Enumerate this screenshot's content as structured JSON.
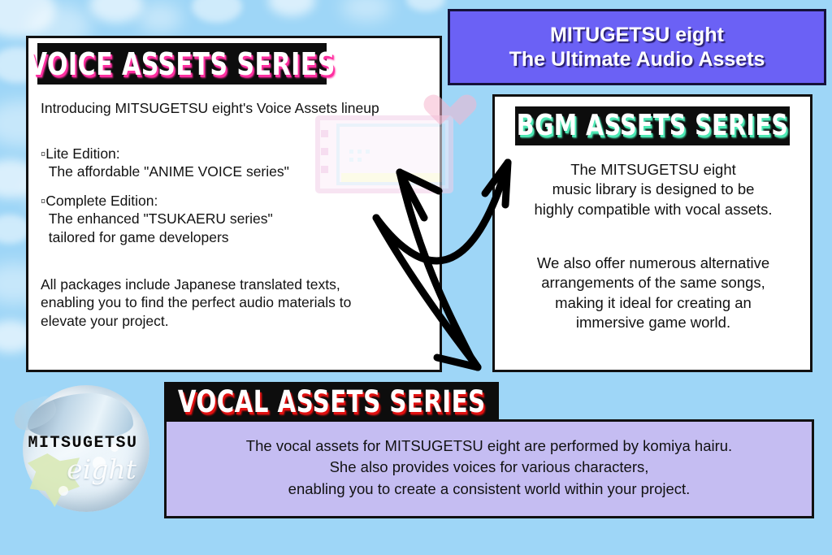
{
  "header": {
    "line1": "MITUGETSU eight",
    "line2": "The Ultimate Audio Assets",
    "bg_color": "#6b61f5"
  },
  "page": {
    "background_color": "#9ed6f7"
  },
  "voice_panel": {
    "title": "VOICE ASSETS SERIES",
    "title_shadow_color": "#ff2fa0",
    "intro": "Introducing MITSUGETSU eight's Voice Assets lineup",
    "bullets": [
      "▫Lite Edition:\n  The affordable \"ANIME VOICE series\"",
      "▫Complete Edition:\n  The enhanced \"TSUKAERU series\"\n  tailored for game developers"
    ],
    "closing": "All packages include Japanese translated texts,\nenabling you to find the perfect audio materials to\nelevate your project."
  },
  "bgm_panel": {
    "title": "BGM ASSETS SERIES",
    "title_shadow_color": "#4de8b4",
    "paragraph1": "The MITSUGETSU eight\nmusic library is designed to be\nhighly compatible with vocal assets.",
    "paragraph2": "We also offer numerous alternative\narrangements of the same songs,\nmaking it ideal for creating an\nimmersive game world."
  },
  "vocal_panel": {
    "title": "VOCAL ASSETS SERIES",
    "title_shadow_color": "#e01010",
    "panel_color": "#c5bdf2",
    "body": "The vocal assets for MITSUGETSU eight are performed by komiya hairu.\nShe also provides voices for various characters,\nenabling you to create a consistent world within your project."
  },
  "logo": {
    "wordmark": "MITSUGETSU",
    "submark": "eight"
  },
  "decorations": {
    "arrow_left_label": "arrow pointing up-left to voice panel",
    "arrow_right_label": "arrow pointing up-right to bgm panel",
    "tablet_label": "pixel art drawing tablet",
    "heart_label": "pink heart"
  }
}
